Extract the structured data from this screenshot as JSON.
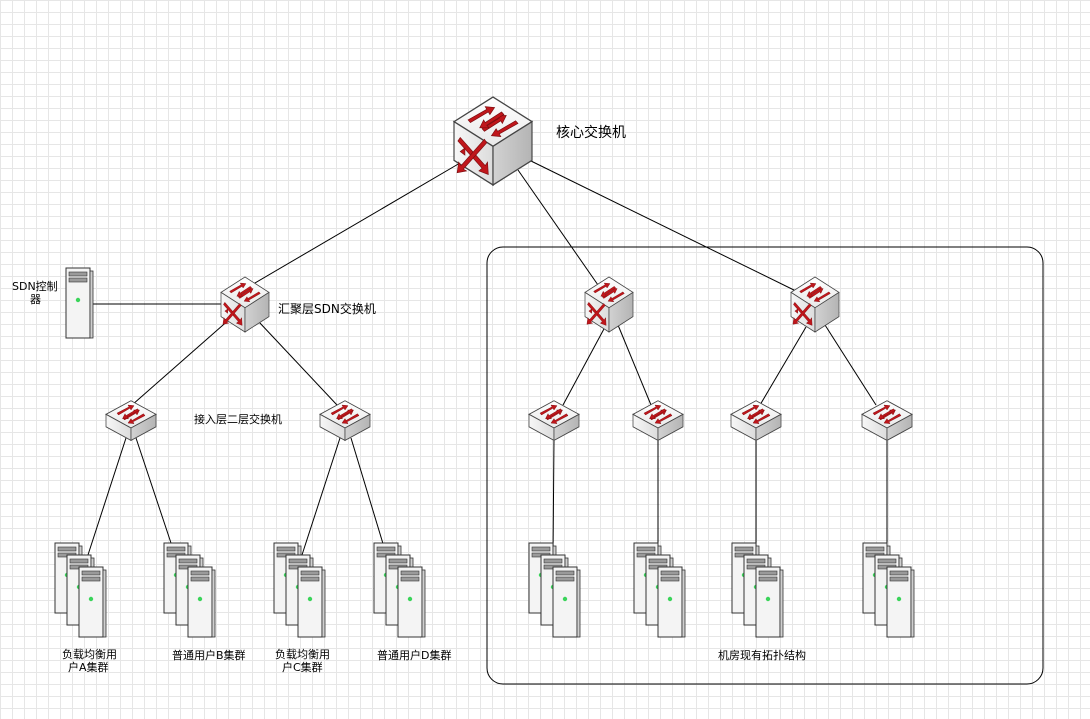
{
  "labels": {
    "core_switch": "核心交换机",
    "aggregation_switch": "汇聚层SDN交换机",
    "sdn_controller_line1": "SDN控制",
    "sdn_controller_line2": "器",
    "access_switch": "接入层二层交换机",
    "cluster_a_line1": "负载均衡用",
    "cluster_a_line2": "户A集群",
    "cluster_b": "普通用户B集群",
    "cluster_c_line1": "负载均衡用",
    "cluster_c_line2": "户C集群",
    "cluster_d": "普通用户D集群",
    "existing_topology": "机房现有拓扑结构"
  },
  "colors": {
    "switch_arrow": "#c0161b",
    "server_led": "#3ad45a",
    "line": "#000000"
  }
}
